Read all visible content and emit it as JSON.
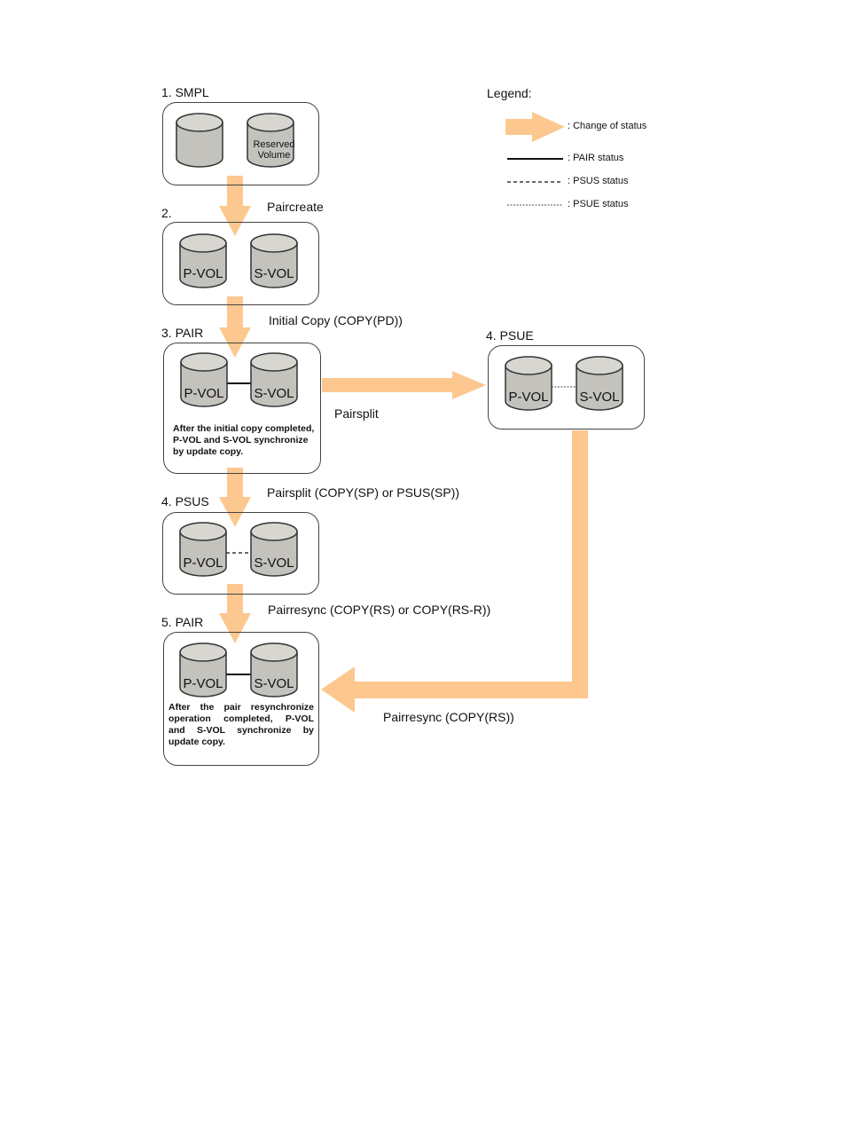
{
  "states": {
    "smpl": {
      "title": "1. SMPL",
      "reserved_label_1": "Reserved",
      "reserved_label_2": "Volume"
    },
    "s2": {
      "title": "2.",
      "pvol": "P-VOL",
      "svol": "S-VOL"
    },
    "pair1": {
      "title": "3. PAIR",
      "pvol": "P-VOL",
      "svol": "S-VOL",
      "note_1": "After the initial copy completed,",
      "note_2": "P-VOL and S-VOL synchronize",
      "note_3": "by update copy."
    },
    "psus": {
      "title": "4. PSUS",
      "pvol": "P-VOL",
      "svol": "S-VOL"
    },
    "pair2": {
      "title": "5. PAIR",
      "pvol": "P-VOL",
      "svol": "S-VOL",
      "note_1": "After the pair resynchronize",
      "note_2": "operation completed, P-VOL",
      "note_3": "and S-VOL synchronize by",
      "note_4": "update copy."
    },
    "psue": {
      "title": "4. PSUE",
      "pvol": "P-VOL",
      "svol": "S-VOL"
    }
  },
  "transitions": {
    "paircreate": "Paircreate",
    "initial_copy": "Initial Copy (COPY(PD))",
    "pairsplit_right": "Pairsplit",
    "pairsplit_down": "Pairsplit (COPY(SP) or PSUS(SP))",
    "pairresync_down": "Pairresync (COPY(RS) or COPY(RS-R))",
    "pairresync_return": "Pairresync (COPY(RS))"
  },
  "legend": {
    "title": "Legend:",
    "change": ": Change of status",
    "pair": ": PAIR status",
    "psus": ": PSUS status",
    "psue": ": PSUE status"
  },
  "colors": {
    "arrow": "#fcc890",
    "cylinder_body": "#c4c2bd",
    "cylinder_top": "#d8d6d1",
    "outline": "#333333"
  }
}
